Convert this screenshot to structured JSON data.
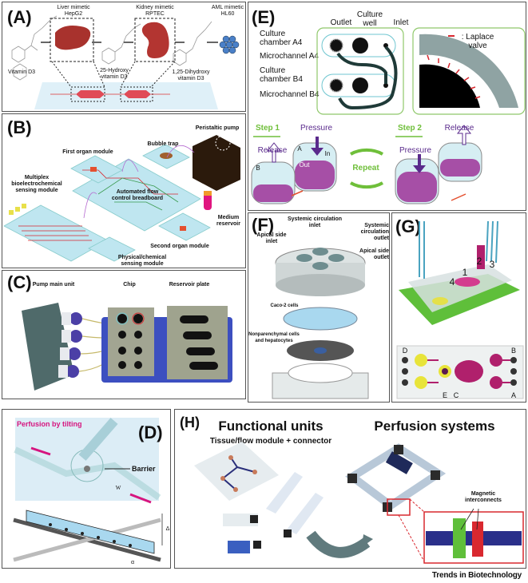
{
  "figure": {
    "credit": "Trends in Biotechnology",
    "colors": {
      "magenta": "#d6157f",
      "purple": "#7b2a8c",
      "green": "#6fbf3a",
      "red": "#d9282f",
      "organ": "#a8322d",
      "chip_blue": "#bfe6f0"
    }
  },
  "panels": {
    "A": {
      "label": "(A)",
      "organs": [
        {
          "title": "Liver mimetic",
          "cells": "HepG2"
        },
        {
          "title": "Kidney mimetic",
          "cells": "RPTEC"
        },
        {
          "title": "AML mimetic",
          "cells": "HL60"
        }
      ],
      "compounds": [
        "Vitamin D3",
        "25-Hydroxy vitamin D3",
        "1,25-Dihydroxy vitamin D3"
      ]
    },
    "B": {
      "label": "(B)",
      "components": [
        "Peristaltic pump",
        "Bubble trap",
        "First organ module",
        "Multiplex bioelectrochemical sensing module",
        "Automated flow control breadboard",
        "Medium reservoir",
        "Second organ module",
        "Physical/chemical sensing module"
      ]
    },
    "C": {
      "label": "(C)",
      "components": [
        "Pump main unit",
        "Chip",
        "Reservoir plate"
      ]
    },
    "D": {
      "label": "(D)",
      "annotations": [
        "Perfusion by tilting",
        "Barrier",
        "W",
        "Δ",
        "α"
      ]
    },
    "E": {
      "label": "(E)",
      "top_labels": [
        "Outlet",
        "Culture well",
        "Inlet"
      ],
      "left_labels": [
        "Culture chamber A4",
        "Microchannel A4",
        "Culture chamber B4",
        "Microchannel B4"
      ],
      "legend": ": Laplace valve",
      "step1": {
        "title": "Step 1",
        "pressure": "Pressure",
        "release": "Release",
        "tank_a": "A",
        "tank_b": "B",
        "in": "In",
        "out": "Out"
      },
      "repeat": "Repeat",
      "step2": {
        "title": "Step 2",
        "pressure": "Pressure",
        "release": "Release"
      }
    },
    "F": {
      "label": "(F)",
      "labels": [
        "Systemic circulation inlet",
        "Apical side inlet",
        "Systemic circulation outlet",
        "Apical side outlet",
        "Caco-2 cells",
        "Nonparenchymal cells and hepatocytes"
      ]
    },
    "G": {
      "label": "(G)",
      "chambers": [
        "1",
        "2",
        "3",
        "4"
      ],
      "ports": [
        "D",
        "B",
        "E",
        "C",
        "A"
      ]
    },
    "H": {
      "label": "(H)",
      "left_title": "Functional units",
      "left_subtitle": "Tissue/flow module + connector",
      "right_title": "Perfusion systems",
      "callout": "Magnetic interconnects"
    }
  }
}
